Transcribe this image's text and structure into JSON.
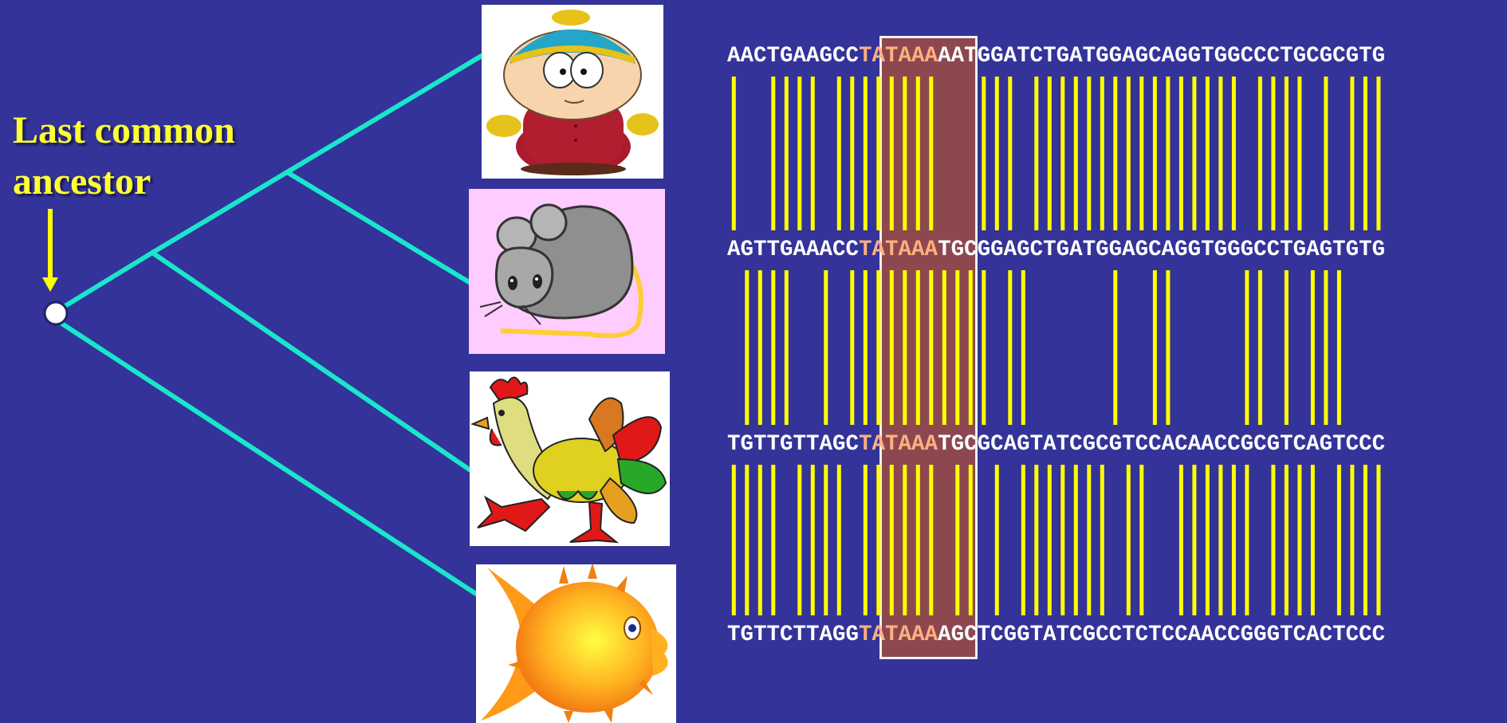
{
  "annotation": {
    "line1": "Last common",
    "line2": "ancestor"
  },
  "colors": {
    "background": "#333399",
    "tree": "#19e6cc",
    "match_bar": "#ffff00",
    "label": "#ffff33",
    "motif_box": "#be5528"
  },
  "organisms": [
    {
      "name": "cartoon-boy",
      "icon": "cartoon-boy-icon"
    },
    {
      "name": "mouse",
      "icon": "mouse-icon"
    },
    {
      "name": "chicken",
      "icon": "chicken-icon"
    },
    {
      "name": "fish",
      "icon": "fish-icon"
    }
  ],
  "sequences": [
    {
      "prefix": "AACTGAAGCC",
      "motif": "TATAAA",
      "suffix": "AATGGATCTGATGGAGCAGGTGGCCCTGCGCGTG"
    },
    {
      "prefix": "AGTTGAAACC",
      "motif": "TATAAA",
      "suffix": "TGCGGAGCTGATGGAGCAGGTGGGCCTGAGTGTG"
    },
    {
      "prefix": "TGTTGTTAGC",
      "motif": "TATAAA",
      "suffix": "TGCGCAGTATCGCGTCCACAACCGCGTCAGTCCC"
    },
    {
      "prefix": "TGTTCTTAGG",
      "motif": "TATAAA",
      "suffix": "AGCTCGGTATCGCCTCTCCAACCGGGTCACTCCC"
    }
  ]
}
